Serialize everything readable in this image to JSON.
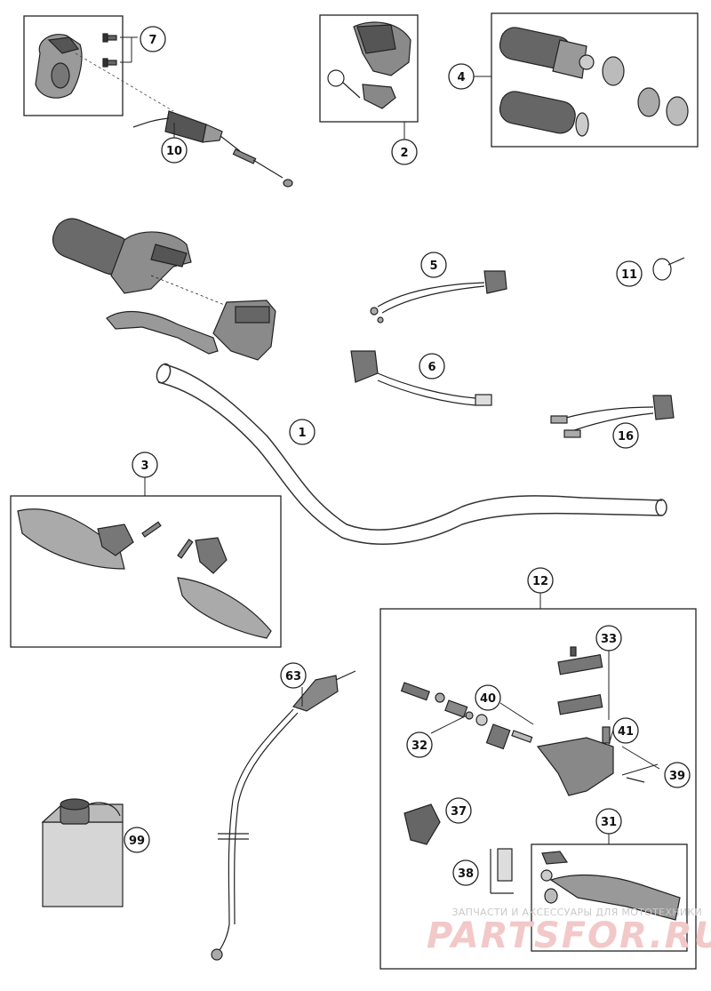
{
  "callouts": {
    "c1": "1",
    "c2": "2",
    "c3": "3",
    "c4": "4",
    "c5": "5",
    "c6": "6",
    "c7": "7",
    "c10": "10",
    "c11": "11",
    "c12": "12",
    "c16": "16",
    "c31": "31",
    "c32": "32",
    "c33": "33",
    "c37": "37",
    "c38": "38",
    "c39": "39",
    "c40": "40",
    "c41": "41",
    "c63": "63",
    "c99": "99"
  },
  "watermark": {
    "tagline": "ЗАПЧАСТИ И АКСЕССУАРЫ ДЛЯ МОТОТЕХНИКИ",
    "brand": "PARTSFOR.RU"
  }
}
